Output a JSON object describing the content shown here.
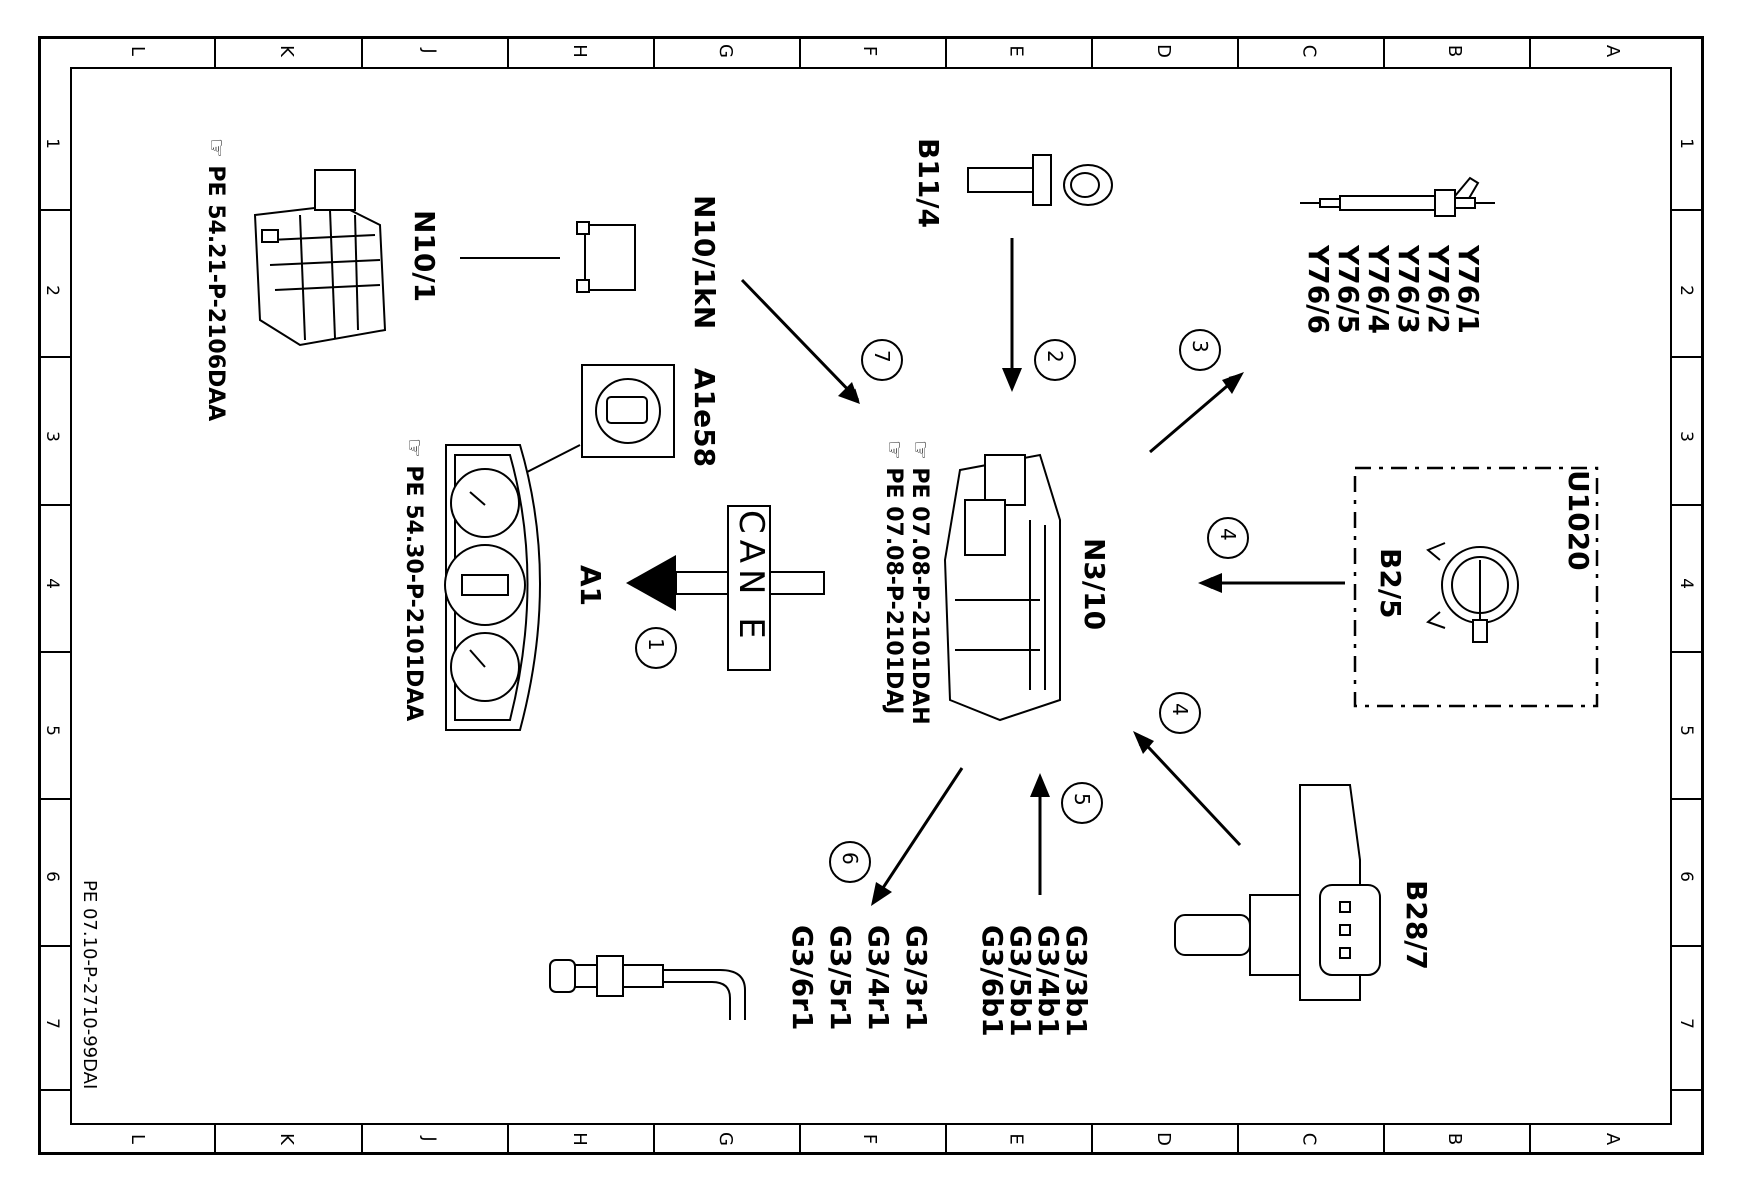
{
  "grid": {
    "columns": [
      "L",
      "K",
      "J",
      "H",
      "G",
      "F",
      "E",
      "D",
      "C",
      "B",
      "A"
    ],
    "rows": [
      "1",
      "2",
      "3",
      "4",
      "5",
      "6",
      "7"
    ]
  },
  "document_ref": "PE 07.10-P-2710-99DAI",
  "components": {
    "n10_1": {
      "label": "N10/1",
      "reference": "PE  54.21-P-2106DAA"
    },
    "n10_1kn": {
      "label": "N10/1kN"
    },
    "b11_4": {
      "label": "B11/4"
    },
    "y76": {
      "labels": [
        "Y76/1",
        "Y76/2",
        "Y76/3",
        "Y76/4",
        "Y76/5",
        "Y76/6"
      ]
    },
    "a1e58": {
      "label": "A1e58"
    },
    "a1": {
      "label": "A1",
      "reference": "PE  54.30-P-2101DAA"
    },
    "can": {
      "label": "CAN E"
    },
    "n3_10": {
      "label": "N3/10",
      "references": [
        "PE  07.08-P-2101DAH",
        "PE  07.08-P-2101DAJ"
      ]
    },
    "u1020": {
      "label": "U1020"
    },
    "b2_5": {
      "label": "B2/5"
    },
    "b28_7": {
      "label": "B28/7"
    },
    "g3_b": {
      "labels": [
        "G3/3b1",
        "G3/4b1",
        "G3/5b1",
        "G3/6b1"
      ]
    },
    "g3_r": {
      "labels": [
        "G3/3r1",
        "G3/4r1",
        "G3/5r1",
        "G3/6r1"
      ]
    }
  },
  "arrows": {
    "a1": "1",
    "a2": "2",
    "a3": "3",
    "a4a": "4",
    "a4b": "4",
    "a5": "5",
    "a6": "6",
    "a7": "7"
  }
}
